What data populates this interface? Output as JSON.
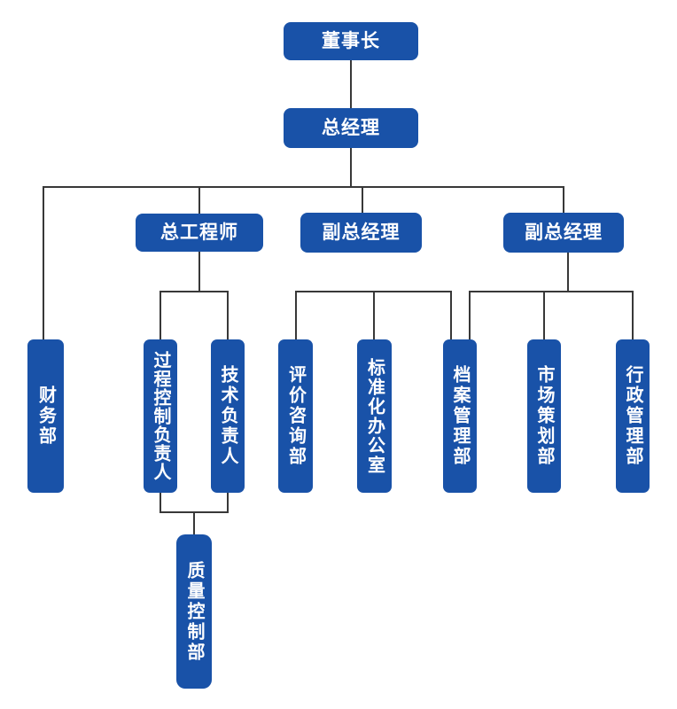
{
  "org_chart": {
    "background": "#ffffff",
    "colors": {
      "node_fill": "#1952a8",
      "node_text": "#ffffff",
      "connector": "#383838"
    },
    "nodes": {
      "chairman": {
        "label": "董事长"
      },
      "general_manager": {
        "label": "总经理"
      },
      "chief_engineer": {
        "label": "总工程师"
      },
      "deputy_gm_1": {
        "label": "副总经理"
      },
      "deputy_gm_2": {
        "label": "副总经理"
      },
      "finance_dept": {
        "label": "财务部"
      },
      "process_control_lead": {
        "label": "过程控制负责人"
      },
      "technical_lead": {
        "label": "技术负责人"
      },
      "evaluation_consulting_dept": {
        "label": "评价咨询部"
      },
      "standardization_office": {
        "label": "标准化办公室"
      },
      "archives_dept": {
        "label": "档案管理部"
      },
      "marketing_dept": {
        "label": "市场策划部"
      },
      "admin_dept": {
        "label": "行政管理部"
      },
      "quality_control_dept": {
        "label": "质量控制部"
      }
    },
    "edges": [
      {
        "from": "chairman",
        "to": "general_manager"
      },
      {
        "from": "general_manager",
        "to": "finance_dept"
      },
      {
        "from": "general_manager",
        "to": "chief_engineer"
      },
      {
        "from": "general_manager",
        "to": "deputy_gm_1"
      },
      {
        "from": "general_manager",
        "to": "deputy_gm_2"
      },
      {
        "from": "chief_engineer",
        "to": "process_control_lead"
      },
      {
        "from": "chief_engineer",
        "to": "technical_lead"
      },
      {
        "from": "deputy_gm_1",
        "to": "evaluation_consulting_dept"
      },
      {
        "from": "deputy_gm_1",
        "to": "standardization_office"
      },
      {
        "from": "deputy_gm_1",
        "to": "archives_dept"
      },
      {
        "from": "deputy_gm_2",
        "to": "archives_dept"
      },
      {
        "from": "deputy_gm_2",
        "to": "marketing_dept"
      },
      {
        "from": "deputy_gm_2",
        "to": "admin_dept"
      },
      {
        "from": "process_control_lead",
        "to": "quality_control_dept"
      },
      {
        "from": "technical_lead",
        "to": "quality_control_dept"
      }
    ]
  }
}
